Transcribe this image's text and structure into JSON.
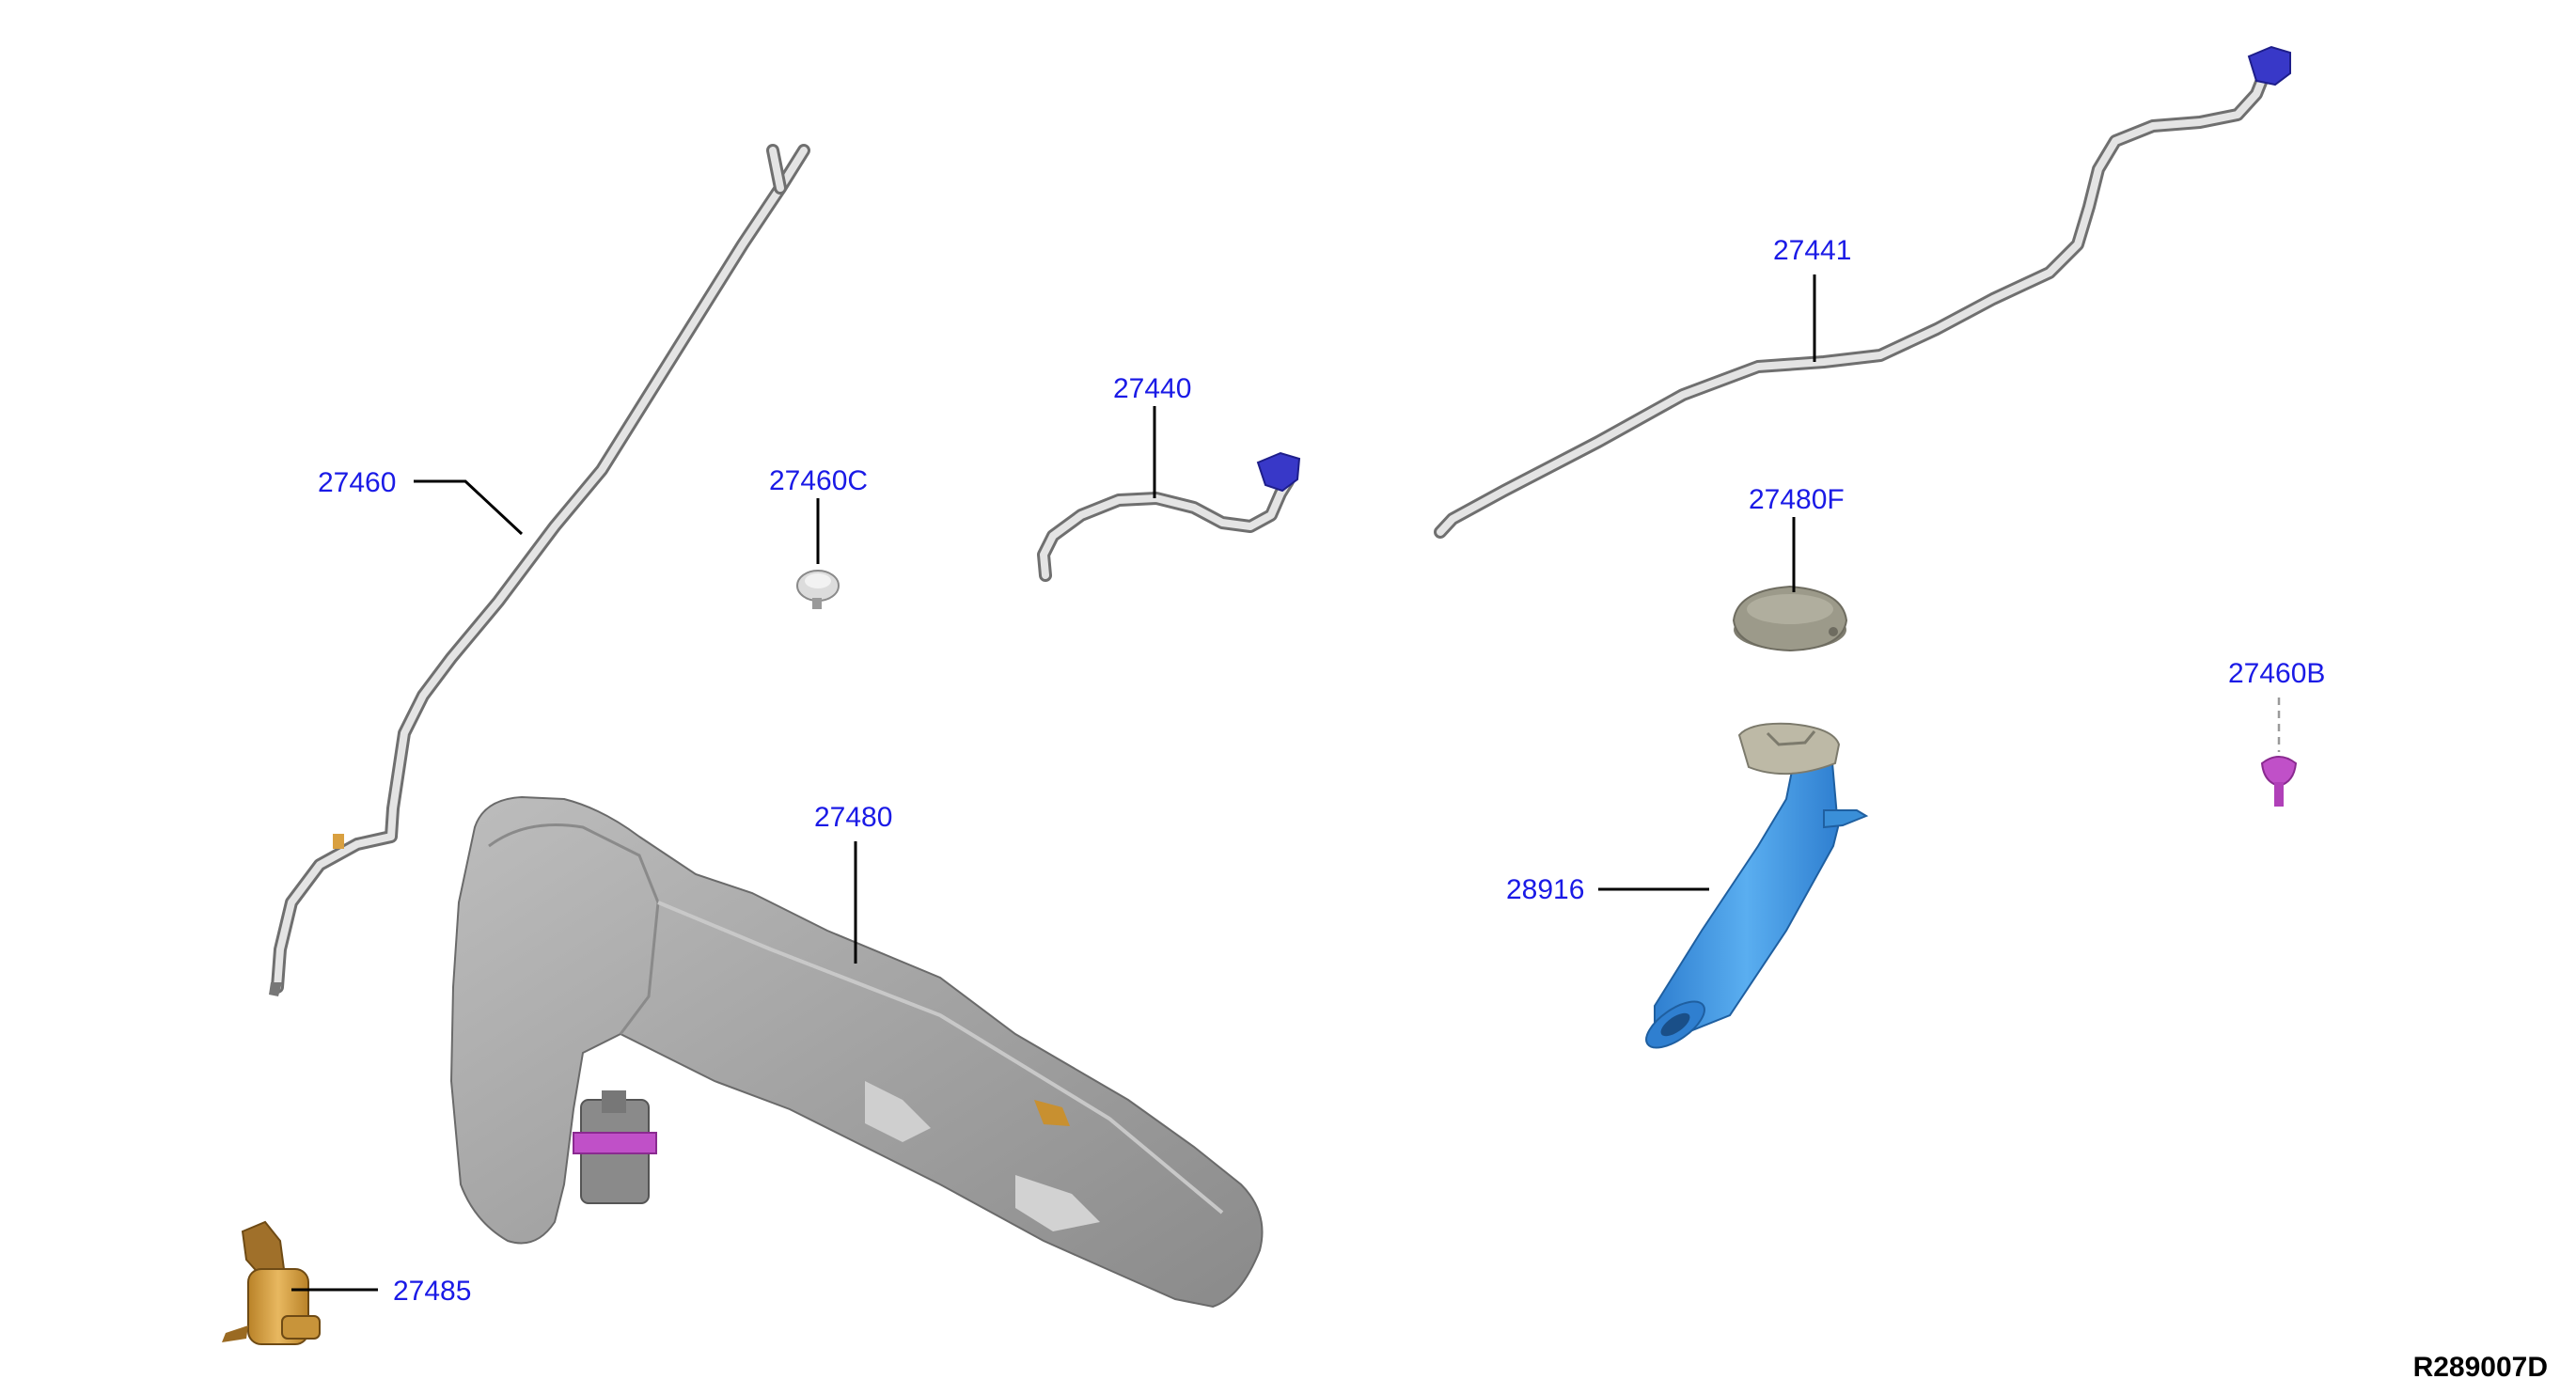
{
  "diagram": {
    "labels": {
      "p27460": "27460",
      "p27460c": "27460C",
      "p27440": "27440",
      "p27441": "27441",
      "p27480f": "27480F",
      "p27460b": "27460B",
      "p27480": "27480",
      "p28916": "28916",
      "p27485": "27485"
    },
    "ref_code": "R289007D"
  },
  "colors": {
    "label_text": "#1a1ae6",
    "hose": "#d9d9d9",
    "connector": "#3838c8",
    "tank": "#a8a8a8",
    "filler_neck": "#3a8fd8",
    "cap": "#9c9a8a",
    "clip": "#c050c8",
    "pump": "#d6a040"
  }
}
